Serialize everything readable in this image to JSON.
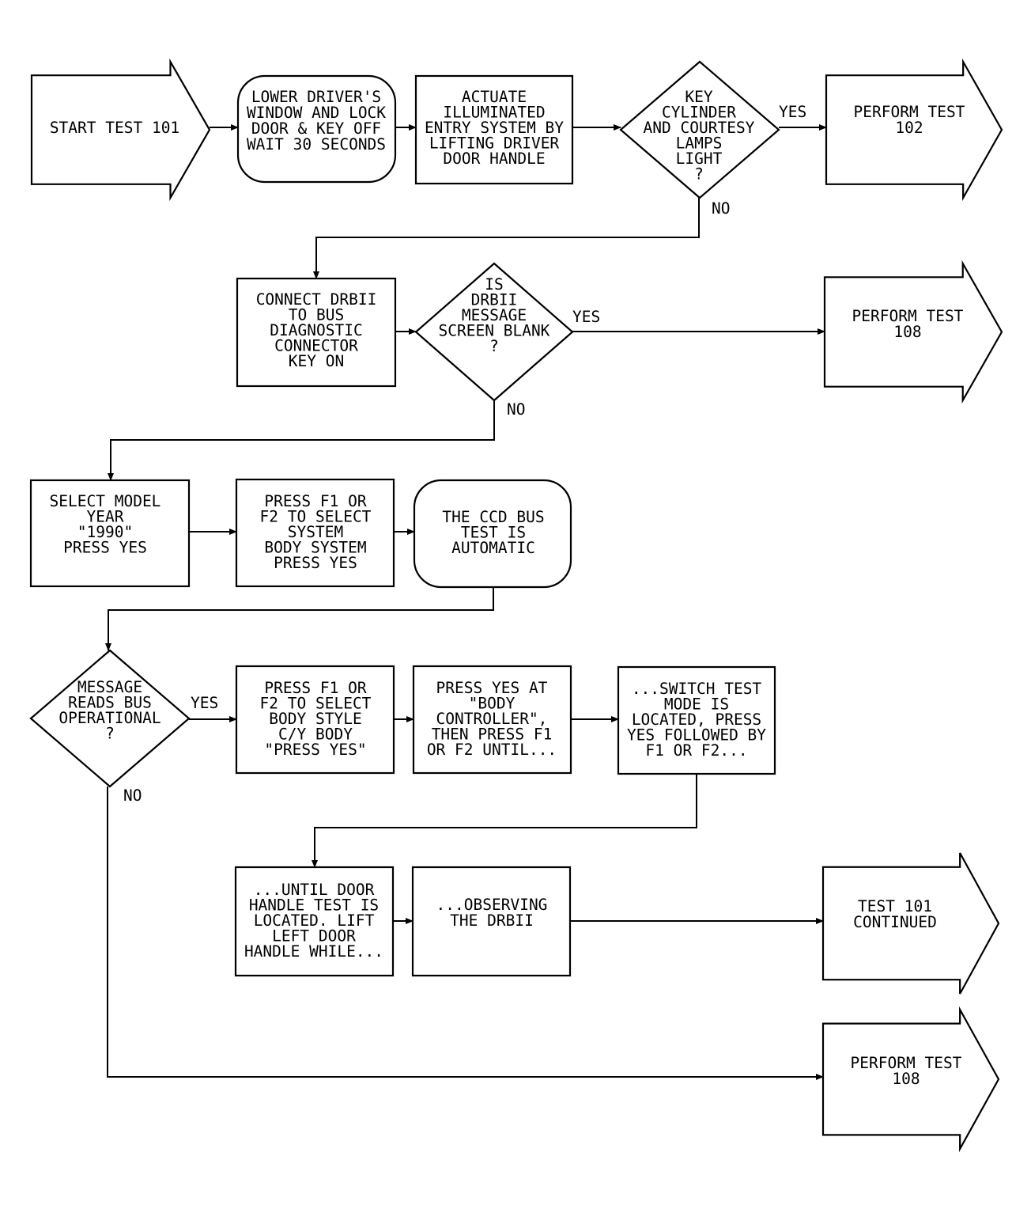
{
  "nodes": {
    "start": {
      "lines": [
        "START TEST 101"
      ]
    },
    "lower_window": {
      "lines": [
        "LOWER DRIVER'S",
        "WINDOW AND LOCK",
        "DOOR & KEY OFF",
        "WAIT 30 SECONDS"
      ]
    },
    "actuate": {
      "lines": [
        "ACTUATE",
        "ILLUMINATED",
        "ENTRY SYSTEM BY",
        "LIFTING DRIVER",
        "DOOR HANDLE"
      ]
    },
    "key_cylinder": {
      "lines": [
        "KEY",
        "CYLINDER",
        "AND COURTESY",
        "LAMPS",
        "LIGHT",
        "?"
      ]
    },
    "perform_102": {
      "lines": [
        "PERFORM TEST",
        "102"
      ]
    },
    "connect_drbii": {
      "lines": [
        "CONNECT DRBII",
        "TO BUS",
        "DIAGNOSTIC",
        "CONNECTOR",
        "KEY ON"
      ]
    },
    "screen_blank": {
      "lines": [
        "IS",
        "DRBII",
        "MESSAGE",
        "SCREEN BLANK",
        "?"
      ]
    },
    "perform_108_a": {
      "lines": [
        "PERFORM TEST",
        "108"
      ]
    },
    "select_model": {
      "lines": [
        "SELECT MODEL",
        "YEAR",
        "\"1990\"",
        "PRESS YES"
      ]
    },
    "press_f1_system": {
      "lines": [
        "PRESS F1 OR",
        "F2 TO SELECT",
        "SYSTEM",
        "BODY SYSTEM",
        "PRESS YES"
      ]
    },
    "ccd_bus": {
      "lines": [
        "THE CCD BUS",
        "TEST IS",
        "AUTOMATIC"
      ]
    },
    "bus_operational": {
      "lines": [
        "MESSAGE",
        "READS BUS",
        "OPERATIONAL",
        "?"
      ]
    },
    "press_f1_style": {
      "lines": [
        "PRESS F1 OR",
        "F2 TO SELECT",
        "BODY STYLE",
        "C/Y BODY",
        "\"PRESS YES\""
      ]
    },
    "press_yes_body": {
      "lines": [
        "PRESS YES AT",
        "\"BODY",
        "CONTROLLER\",",
        "THEN PRESS F1",
        "OR F2 UNTIL..."
      ]
    },
    "switch_test": {
      "lines": [
        "...SWITCH TEST",
        "MODE IS",
        "LOCATED, PRESS",
        "YES FOLLOWED BY",
        "F1 OR F2..."
      ]
    },
    "door_handle": {
      "lines": [
        "...UNTIL DOOR",
        "HANDLE TEST IS",
        "LOCATED. LIFT",
        "LEFT DOOR",
        "HANDLE WHILE..."
      ]
    },
    "observing": {
      "lines": [
        "...OBSERVING",
        "THE DRBII"
      ]
    },
    "test_101_cont": {
      "lines": [
        "TEST 101",
        "CONTINUED"
      ]
    },
    "perform_108_b": {
      "lines": [
        "PERFORM TEST",
        "108"
      ]
    }
  },
  "edges": [
    {
      "from": "start",
      "to": "lower_window",
      "label": ""
    },
    {
      "from": "lower_window",
      "to": "actuate",
      "label": ""
    },
    {
      "from": "actuate",
      "to": "key_cylinder",
      "label": ""
    },
    {
      "from": "key_cylinder",
      "to": "perform_102",
      "label": "YES"
    },
    {
      "from": "key_cylinder",
      "to": "connect_drbii",
      "label": "NO"
    },
    {
      "from": "connect_drbii",
      "to": "screen_blank",
      "label": ""
    },
    {
      "from": "screen_blank",
      "to": "perform_108_a",
      "label": "YES"
    },
    {
      "from": "screen_blank",
      "to": "select_model",
      "label": "NO"
    },
    {
      "from": "select_model",
      "to": "press_f1_system",
      "label": ""
    },
    {
      "from": "press_f1_system",
      "to": "ccd_bus",
      "label": ""
    },
    {
      "from": "ccd_bus",
      "to": "bus_operational",
      "label": ""
    },
    {
      "from": "bus_operational",
      "to": "press_f1_style",
      "label": "YES"
    },
    {
      "from": "press_f1_style",
      "to": "press_yes_body",
      "label": ""
    },
    {
      "from": "press_yes_body",
      "to": "switch_test",
      "label": ""
    },
    {
      "from": "switch_test",
      "to": "door_handle",
      "label": ""
    },
    {
      "from": "door_handle",
      "to": "observing",
      "label": ""
    },
    {
      "from": "observing",
      "to": "test_101_cont",
      "label": ""
    },
    {
      "from": "bus_operational",
      "to": "perform_108_b",
      "label": "NO"
    }
  ]
}
